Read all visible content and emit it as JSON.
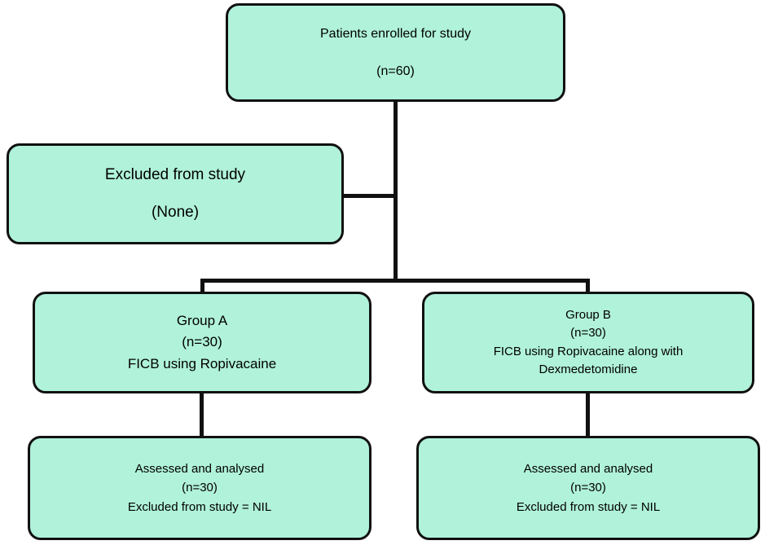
{
  "diagram": {
    "type": "consort-flow-diagram",
    "colors": {
      "node_fill": "#b0f2da",
      "node_border": "#111111",
      "connector": "#111111",
      "background": "#ffffff",
      "text": "#000000"
    },
    "nodes": {
      "enrolled": {
        "title": "Patients enrolled for study",
        "count": "(n=60)"
      },
      "excluded": {
        "title": "Excluded from study",
        "count": "(None)"
      },
      "group_a": {
        "title": "Group A",
        "count": "(n=30)",
        "intervention": "FICB using Ropivacaine"
      },
      "group_b": {
        "title": "Group B",
        "count": "(n=30)",
        "intervention_line1": "FICB using Ropivacaine along with",
        "intervention_line2": "Dexmedetomidine"
      },
      "assessed_a": {
        "title": "Assessed and analysed",
        "count": "(n=30)",
        "excluded": "Excluded from study = NIL"
      },
      "assessed_b": {
        "title": "Assessed and analysed",
        "count": "(n=30)",
        "excluded": "Excluded from study = NIL"
      }
    }
  }
}
